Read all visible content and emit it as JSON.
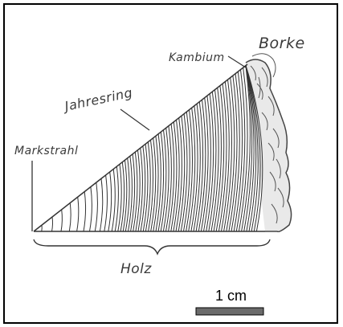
{
  "labels": {
    "markstrahl": "Markstrahl",
    "jahresring": "Jahresring",
    "kambium": "Kambium",
    "borke": "Borke",
    "holz": "Holz"
  },
  "scale_bar": {
    "label": "1 cm"
  },
  "colors": {
    "ink": "#3a3a3a",
    "frame": "#000000",
    "scale_bar_fill": "#6b6b6b"
  }
}
